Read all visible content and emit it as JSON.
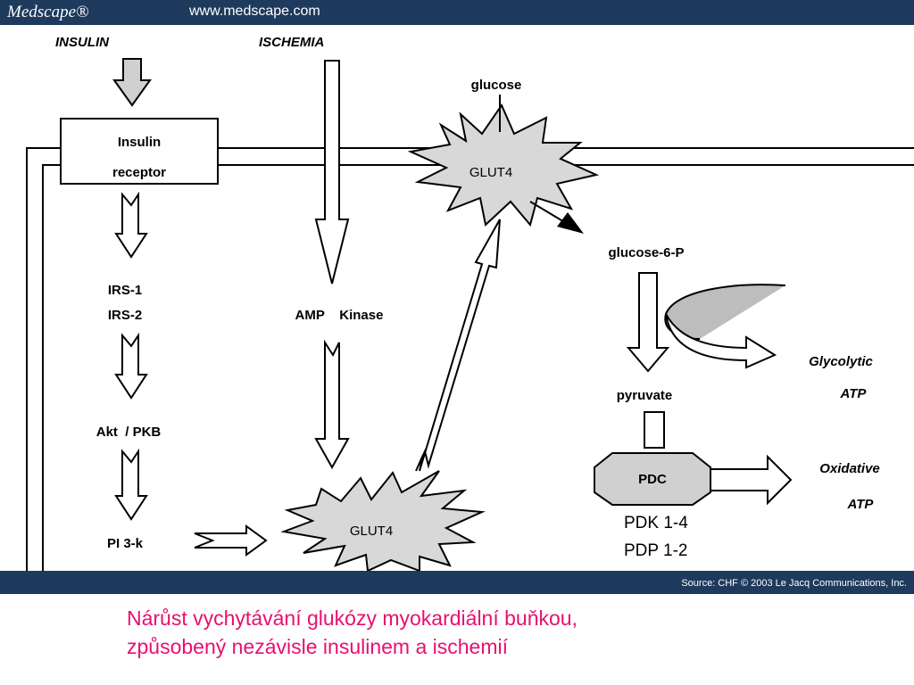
{
  "header": {
    "brand": "Medscape®",
    "url": "www.medscape.com"
  },
  "footer": {
    "source": "Source: CHF © 2003 Le Jacq Communications, Inc."
  },
  "labels": {
    "insulin": "INSULIN",
    "ischemia": "ISCHEMIA",
    "receptor_line1": "Insulin",
    "receptor_line2": "receptor",
    "irs1": "IRS-1",
    "irs2": "IRS-2",
    "akt": "Akt  / PKB",
    "pi3k": "PI 3-k",
    "amp": "AMP    Kinase",
    "glut4_top": "GLUT4",
    "glut4_bottom": "GLUT4",
    "glucose": "glucose",
    "glucose6p": "glucose-6-P",
    "pyruvate": "pyruvate",
    "glycolytic1": "Glycolytic",
    "glycolytic2": "ATP",
    "pdc": "PDC",
    "oxidative1": "Oxidative",
    "oxidative2": "ATP",
    "pdk": "PDK 1-4",
    "pdp": "PDP 1-2"
  },
  "caption": {
    "line1": "Nárůst vychytávání glukózy myokardiální buňkou,",
    "line2": "způsobený nezávisle insulinem a ischemií"
  }
}
